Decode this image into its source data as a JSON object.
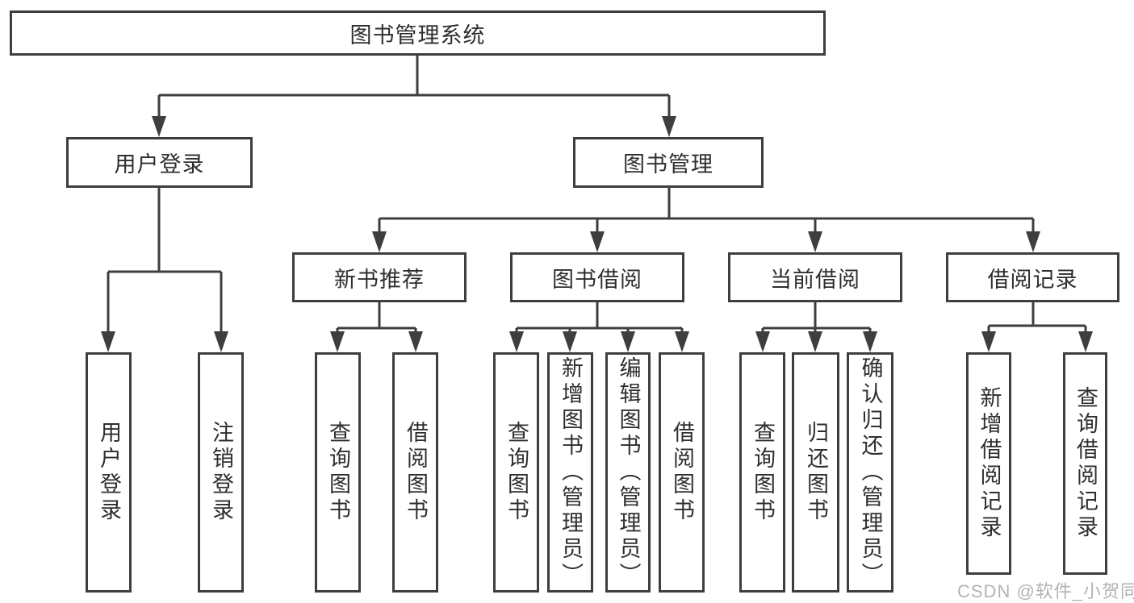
{
  "diagram": {
    "root": {
      "label": "图书管理系统",
      "children": [
        {
          "label": "用户登录",
          "children": [
            {
              "label": "用户登录"
            },
            {
              "label": "注销登录"
            }
          ]
        },
        {
          "label": "图书管理",
          "children": [
            {
              "label": "新书推荐",
              "children": [
                {
                  "label": "查询图书"
                },
                {
                  "label": "借阅图书"
                }
              ]
            },
            {
              "label": "图书借阅",
              "children": [
                {
                  "label": "查询图书"
                },
                {
                  "label": "新增图书（管理员）"
                },
                {
                  "label": "编辑图书（管理员）"
                },
                {
                  "label": "借阅图书"
                }
              ]
            },
            {
              "label": "当前借阅",
              "children": [
                {
                  "label": "查询图书"
                },
                {
                  "label": "归还图书"
                },
                {
                  "label": "确认归还（管理员）"
                }
              ]
            },
            {
              "label": "借阅记录",
              "children": [
                {
                  "label": "新增借阅记录"
                },
                {
                  "label": "查询借阅记录"
                }
              ]
            }
          ]
        }
      ]
    }
  },
  "watermark": {
    "text": "CSDN @软件_小贺同学",
    "color": "#b3b3b3"
  },
  "colors": {
    "line": "#3e3e3e",
    "text": "#2e2e2e",
    "background": "#ffffff"
  }
}
